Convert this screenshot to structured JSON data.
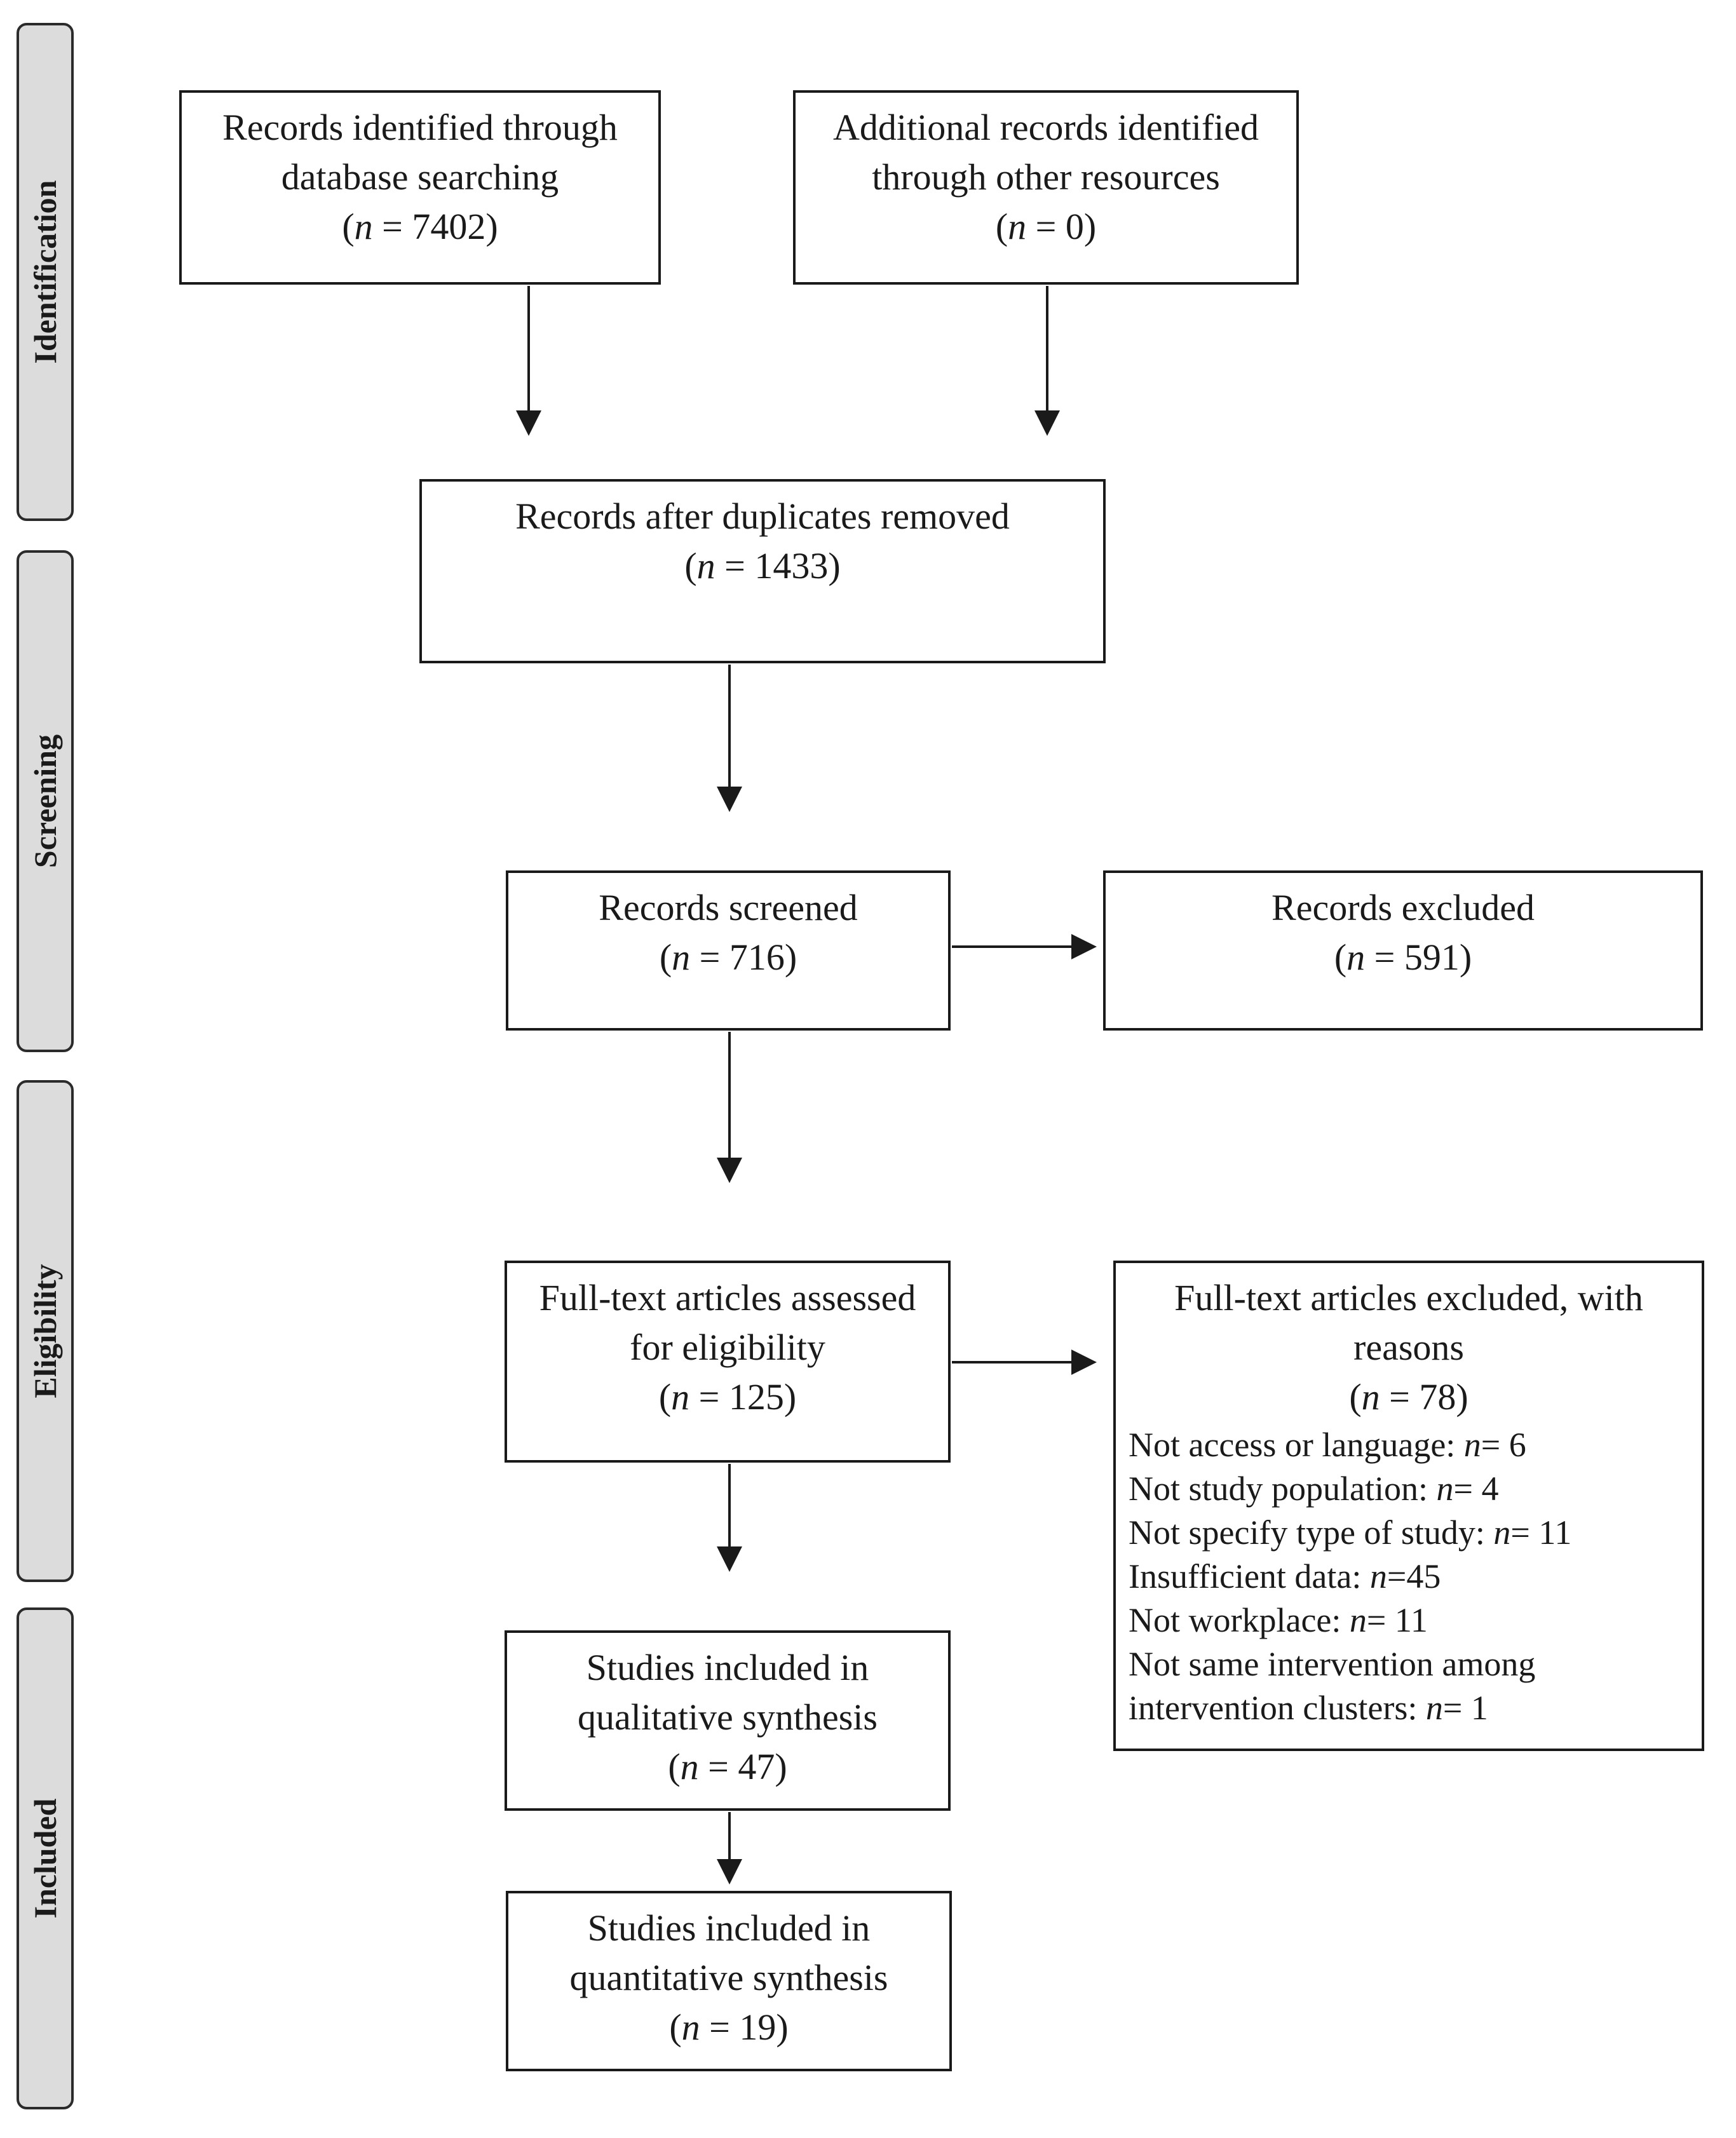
{
  "phases": [
    "Identification",
    "Screening",
    "Eligibility",
    "Included"
  ],
  "boxes": {
    "database": {
      "lines": [
        "Records identified through",
        "database searching"
      ],
      "n_prefix": "(",
      "n": "n",
      "n_rest": " = 7402)"
    },
    "additional": {
      "lines": [
        "Additional records identified",
        "through other resources"
      ],
      "n_prefix": "(",
      "n": "n",
      "n_rest": " = 0)"
    },
    "duplicates": {
      "lines": [
        "Records after duplicates removed"
      ],
      "n_prefix": "(",
      "n": "n",
      "n_rest": " = 1433)"
    },
    "screened": {
      "lines": [
        "Records screened"
      ],
      "n_prefix": "(",
      "n": "n",
      "n_rest": " = 716)"
    },
    "excluded": {
      "lines": [
        "Records excluded"
      ],
      "n_prefix": "(",
      "n": "n",
      "n_rest": " = 591)"
    },
    "fulltext": {
      "lines": [
        "Full-text articles assessed",
        "for eligibility"
      ],
      "n_prefix": "(",
      "n": "n",
      "n_rest": " = 125)"
    },
    "fulltext_excluded": {
      "lines": [
        "Full-text articles excluded, with",
        "reasons"
      ],
      "n_prefix": "(",
      "n": "n",
      "n_rest": " = 78)",
      "reasons": [
        {
          "text": "Not access or language: ",
          "n": "n",
          "value": "= 6"
        },
        {
          "text": "Not study population: ",
          "n": "n",
          "value": "= 4"
        },
        {
          "text": "Not specify  type of study: ",
          "n": "n",
          "value": "= 11"
        },
        {
          "text": "Insufficient data: ",
          "n": "n",
          "value": "=45"
        },
        {
          "text": "Not workplace:  ",
          "n": "n",
          "value": "= 11"
        },
        {
          "text": "Not same intervention among",
          "n": "",
          "value": ""
        },
        {
          "text": "intervention clusters: ",
          "n": "n",
          "value": "= 1"
        }
      ]
    },
    "qualitative": {
      "lines": [
        "Studies included in",
        "qualitative synthesis"
      ],
      "n_prefix": "(",
      "n": "n",
      "n_rest": " = 47)"
    },
    "quantitative": {
      "lines": [
        "Studies included in",
        "quantitative synthesis"
      ],
      "n_prefix": "(",
      "n": "n",
      "n_rest": " = 19)"
    }
  }
}
